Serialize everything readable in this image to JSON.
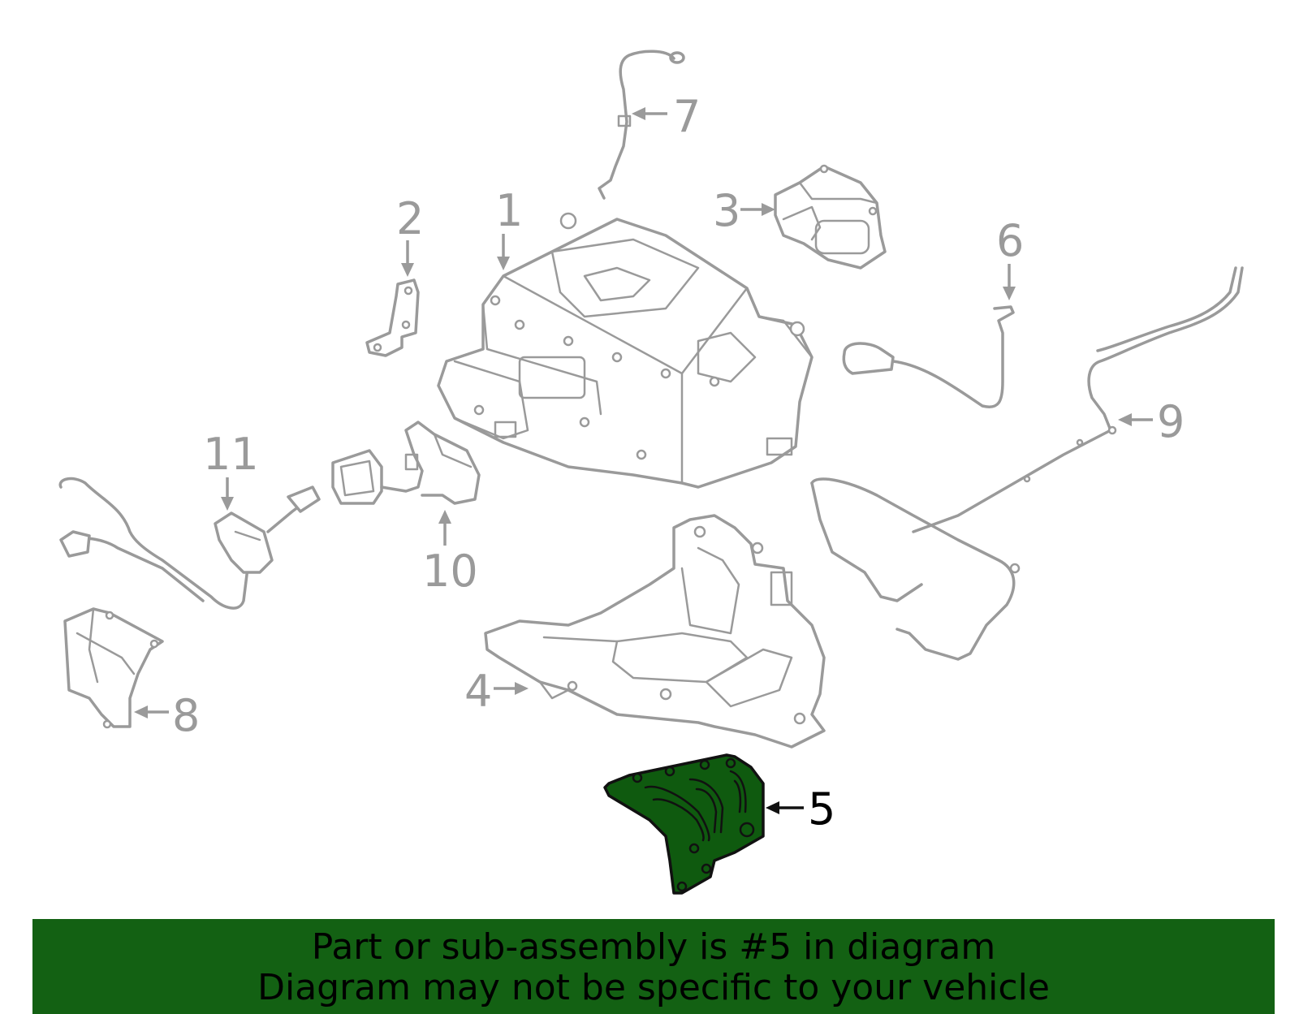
{
  "callouts": [
    {
      "id": "1",
      "label": "1"
    },
    {
      "id": "2",
      "label": "2"
    },
    {
      "id": "3",
      "label": "3"
    },
    {
      "id": "4",
      "label": "4"
    },
    {
      "id": "5",
      "label": "5",
      "highlighted": true
    },
    {
      "id": "6",
      "label": "6"
    },
    {
      "id": "7",
      "label": "7"
    },
    {
      "id": "8",
      "label": "8"
    },
    {
      "id": "9",
      "label": "9"
    },
    {
      "id": "10",
      "label": "10"
    },
    {
      "id": "11",
      "label": "11"
    }
  ],
  "banner": {
    "line1": "Part or sub-assembly is #5 in diagram",
    "line2": "Diagram may not be specific to your vehicle"
  },
  "colors": {
    "highlight_fill": "#0f5a0f",
    "banner_bg": "#136113",
    "part_stroke": "#9a9a9a"
  }
}
